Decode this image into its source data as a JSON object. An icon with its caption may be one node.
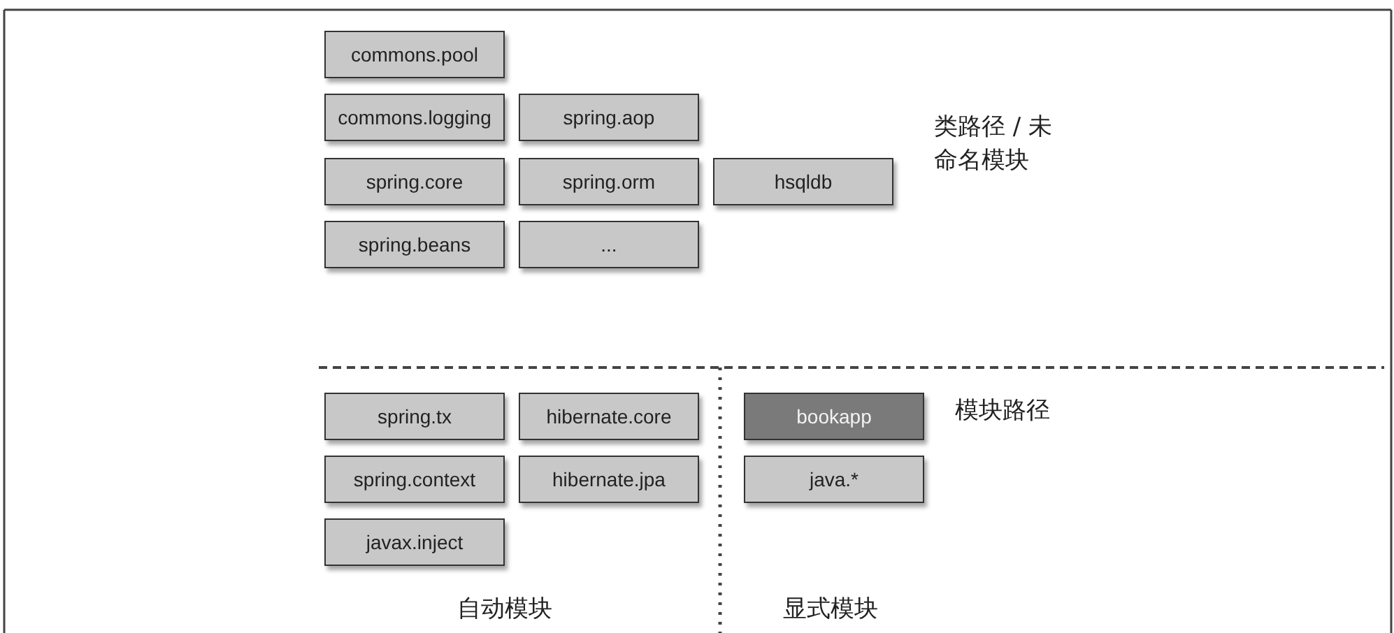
{
  "diagram": {
    "nodes": [
      {
        "text": [
          "commons.pool"
        ]
      },
      {
        "text": [
          "commons.logging"
        ]
      },
      {
        "text": [
          "spring.aop"
        ]
      },
      {
        "text": [
          "spring.core"
        ]
      },
      {
        "text": [
          "spring.orm"
        ]
      },
      {
        "text": [
          "hsqldb"
        ]
      },
      {
        "text": [
          "spring.beans"
        ]
      },
      {
        "text": [
          "..."
        ]
      },
      {
        "text": [
          "spring.tx"
        ]
      },
      {
        "text": [
          "hibernate.core"
        ]
      },
      {
        "text": [
          "bookapp"
        ]
      },
      {
        "text": [
          "spring.context"
        ]
      },
      {
        "text": [
          "hibernate.jpa"
        ]
      },
      {
        "text": [
          "java.*"
        ]
      },
      {
        "text": [
          "javax.inject"
        ]
      }
    ],
    "edges": [],
    "labels": [
      "类路径 / 未命名模块",
      "模块路径",
      "自动模块",
      "显式模块"
    ]
  }
}
